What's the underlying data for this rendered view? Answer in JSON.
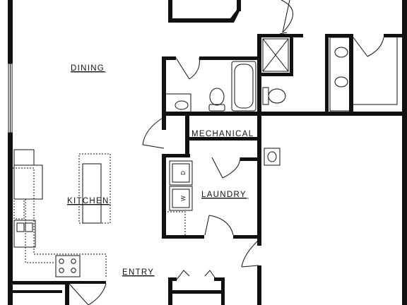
{
  "floor_plan": {
    "rooms": {
      "dining": "DINING",
      "mechanical": "MECHANICAL",
      "laundry": "LAUNDRY",
      "kitchen": "KITCHEN",
      "entry": "ENTRY"
    },
    "appliances": {
      "dryer_label": "D",
      "washer_label": "W"
    }
  }
}
